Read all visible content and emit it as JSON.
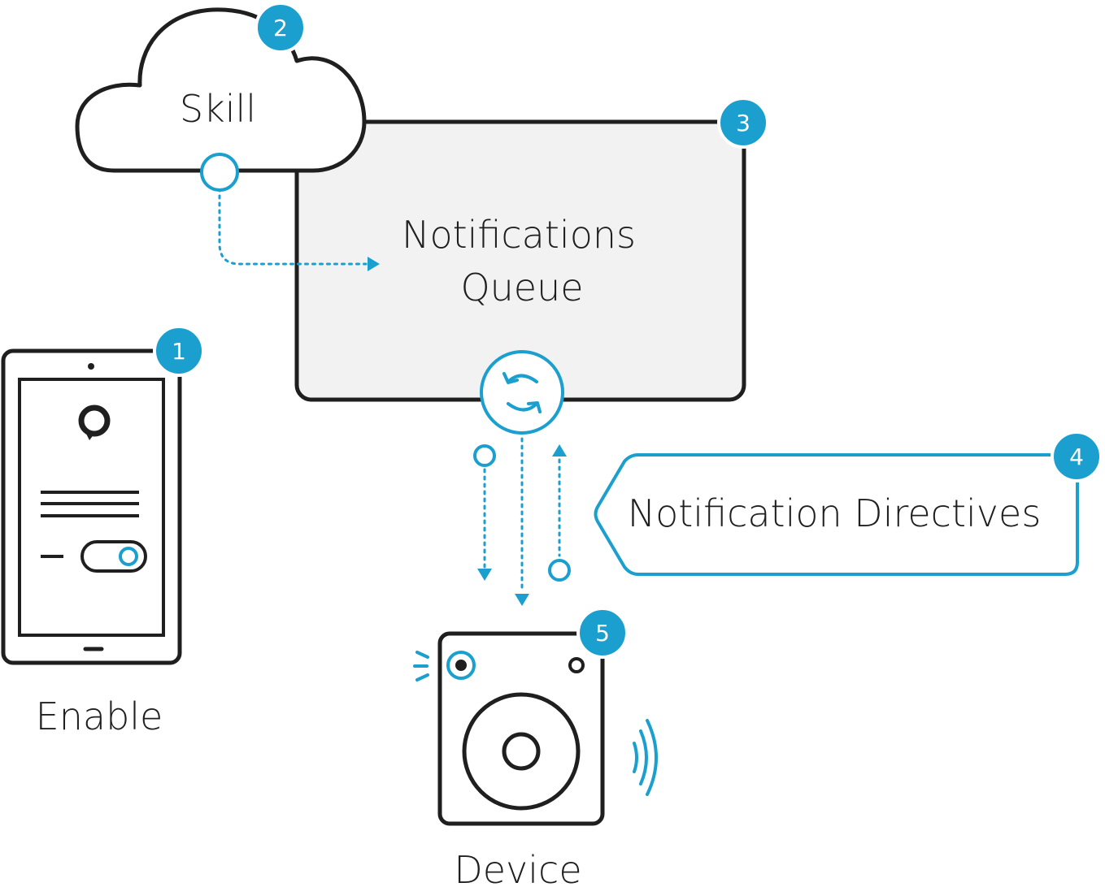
{
  "labels": {
    "skill": "Skill",
    "queue_line1": "Notifications",
    "queue_line2": "Queue",
    "directives": "Notification Directives",
    "enable": "Enable",
    "device": "Device"
  },
  "badges": [
    "1",
    "2",
    "3",
    "4",
    "5"
  ],
  "icons": {
    "queue_sync": "sync-icon",
    "tablet_alexa": "alexa-ring-icon",
    "device_sound": "sound-waves-icon"
  },
  "colors": {
    "accent": "#1a9fcf",
    "outline": "#1f1f1f",
    "queue_fill": "#f2f2f2"
  }
}
